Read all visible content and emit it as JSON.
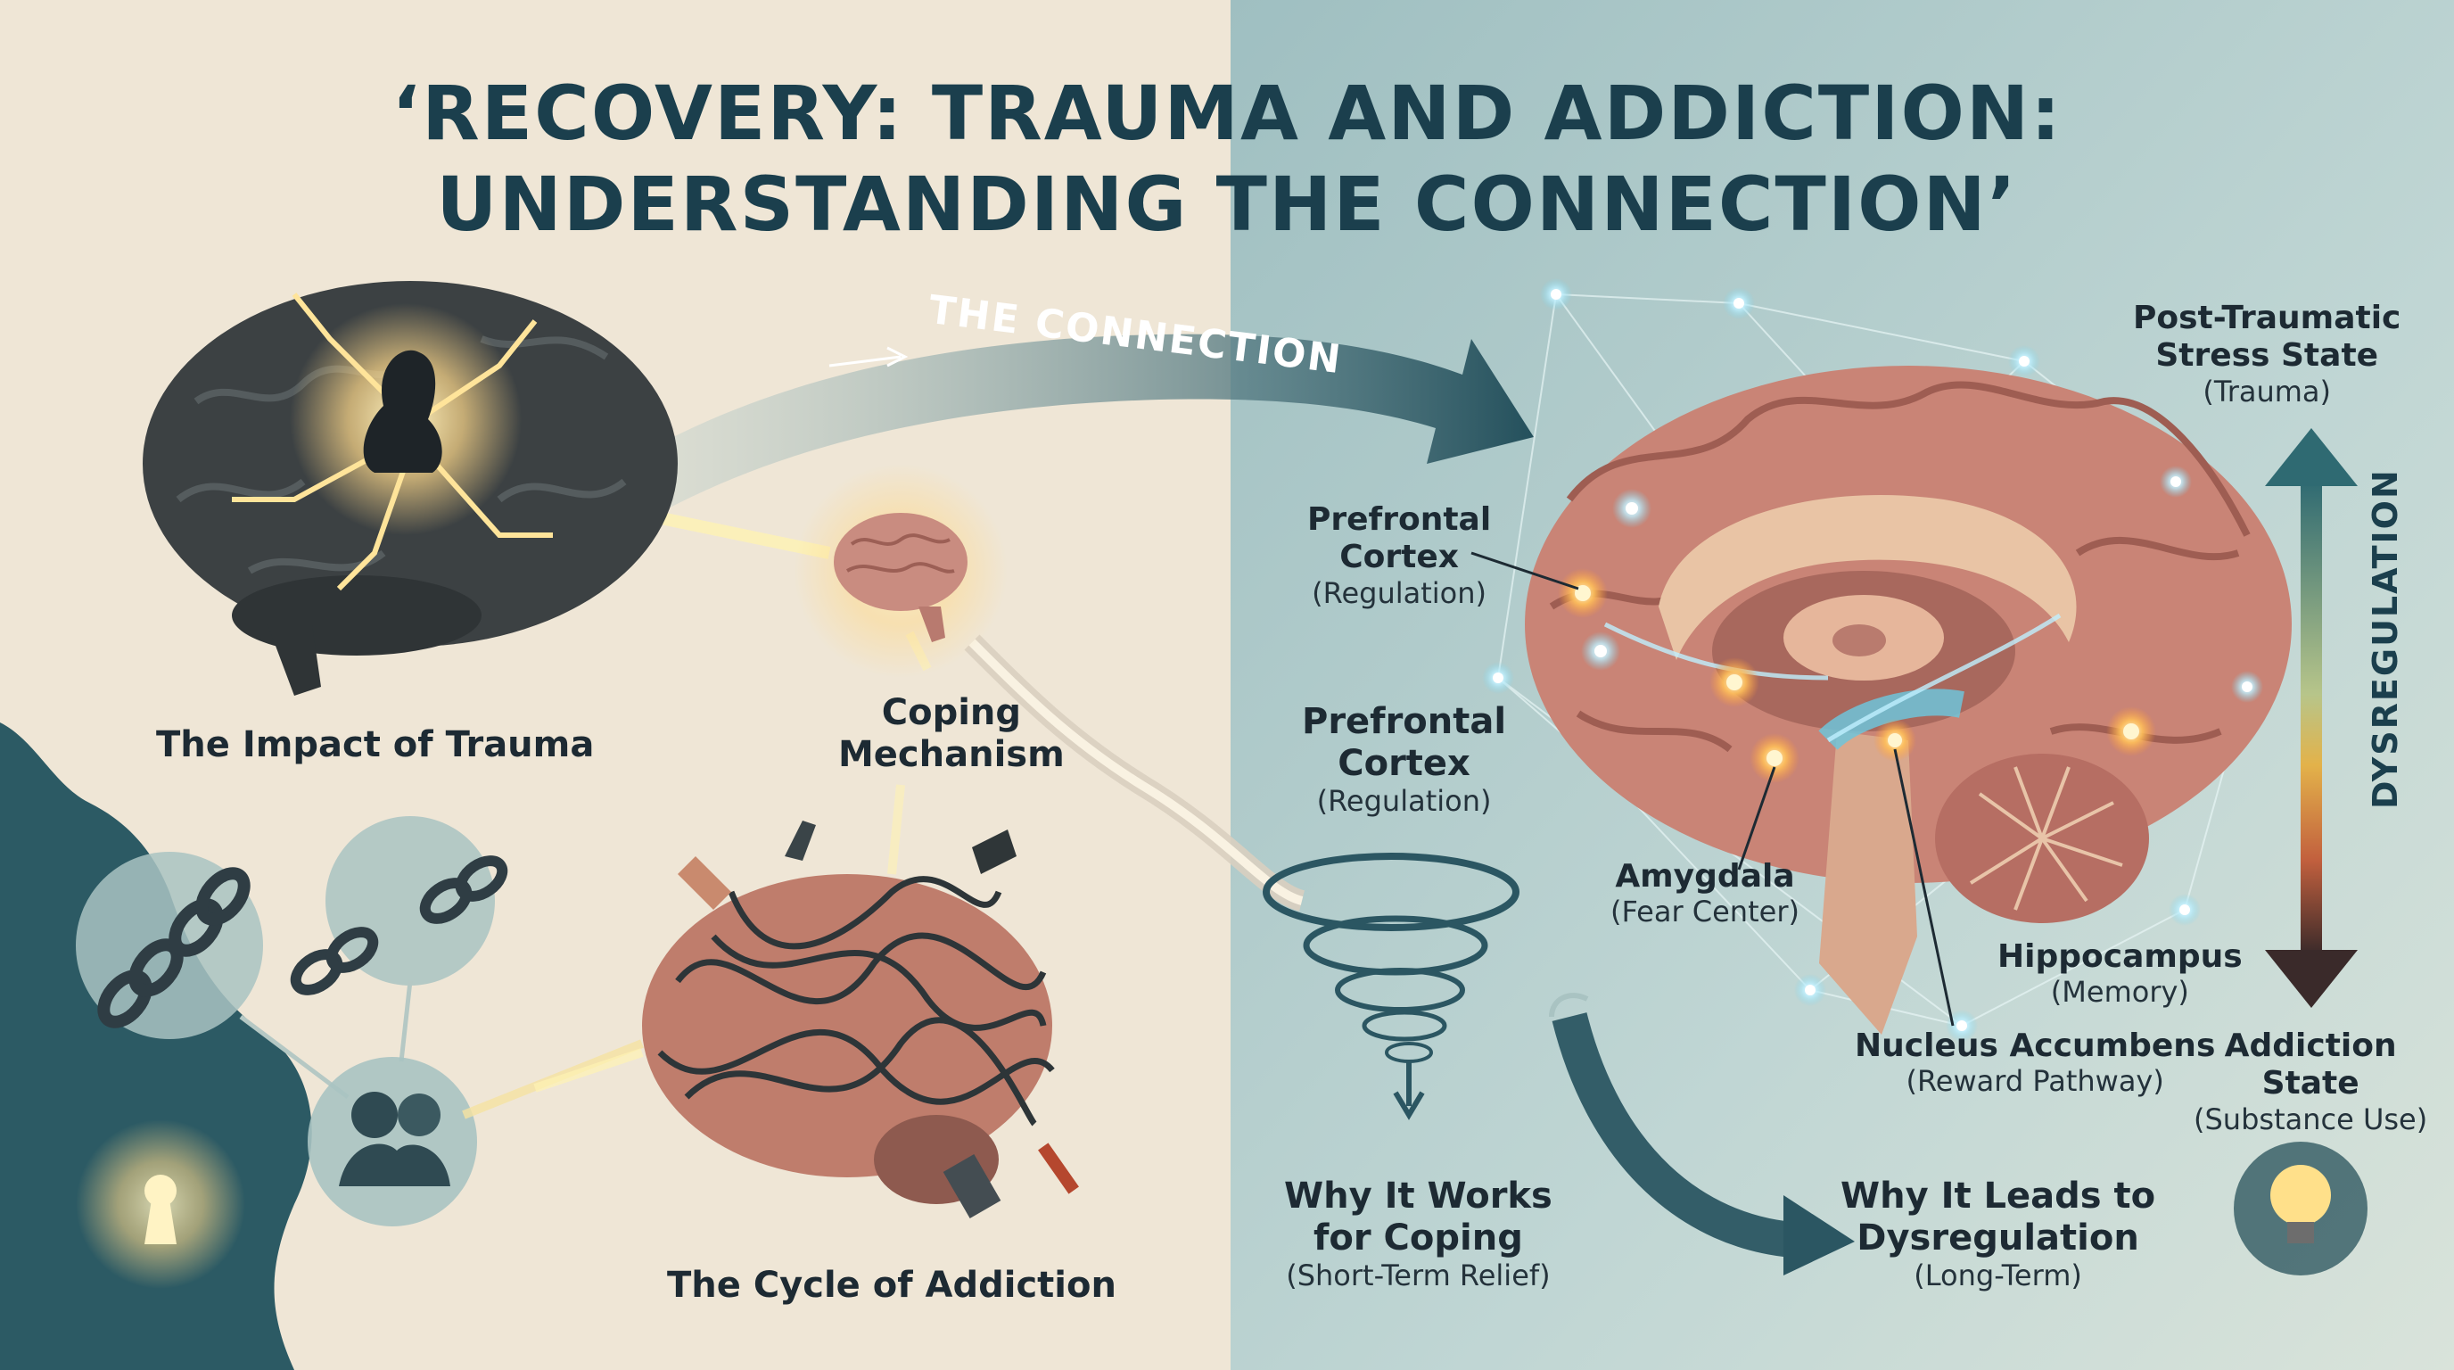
{
  "title": {
    "line1": "‘RECOVERY: TRAUMA AND ADDICTION:",
    "line2": "UNDERSTANDING THE CONNECTION’"
  },
  "connection_label": "THE CONNECTION",
  "left": {
    "trauma_caption": "The Impact of Trauma",
    "coping_line1": "Coping",
    "coping_line2": "Mechanism",
    "cycle_caption": "The Cycle of Addiction"
  },
  "middle": {
    "pfc_line1": "Prefrontal",
    "pfc_line2": "Cortex",
    "pfc_sub": "(Regulation)",
    "works_line1": "Why It Works",
    "works_line2": "for Coping",
    "works_sub": "(Short-Term Relief)",
    "leads_line1": "Why It Leads to",
    "leads_line2": "Dysregulation",
    "leads_sub": "(Long-Term)"
  },
  "brain": {
    "pfc_line1": "Prefrontal",
    "pfc_line2": "Cortex",
    "pfc_sub": "(Regulation)",
    "amygdala": "Amygdala",
    "amygdala_sub": "(Fear Center)",
    "hippocampus": "Hippocampus",
    "hippocampus_sub": "(Memory)",
    "nucleus": "Nucleus Accumbens",
    "nucleus_sub": "(Reward Pathway)"
  },
  "scale": {
    "top_line1": "Post-Traumatic",
    "top_line2": "Stress State",
    "top_sub": "(Trauma)",
    "axis_label": "DYSREGULATION",
    "bottom_line1": "Addiction",
    "bottom_line2": "State",
    "bottom_sub": "(Substance Use)"
  },
  "colors": {
    "background": "#efe6d6",
    "panel": "#a9c7c8",
    "title": "#1b3f4d",
    "arrow": "#2b5662",
    "brain_pink": "#cf8e7f",
    "glow": "#ffd98a"
  },
  "icons": [
    "trauma-brain-icon",
    "small-brain-icon",
    "tangled-brain-icon",
    "broken-chain-icon",
    "hug-icon",
    "keyhole-light-icon",
    "lightbulb-icon",
    "tornado-icon"
  ]
}
